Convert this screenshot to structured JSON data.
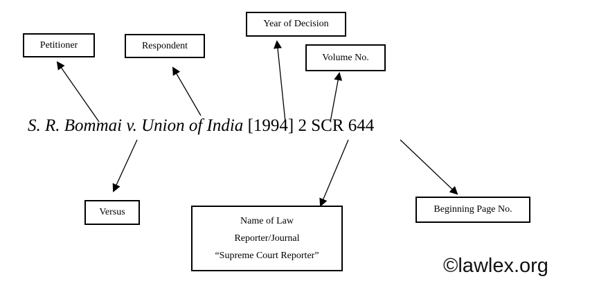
{
  "citation": {
    "parties_italic": "S. R. Bommai v. Union of India",
    "reference": " [1994] 2 SCR 644"
  },
  "labels": {
    "petitioner": "Petitioner",
    "respondent": "Respondent",
    "year_of_decision": "Year of Decision",
    "volume_no": "Volume No.",
    "versus": "Versus",
    "reporter_line1": "Name of Law",
    "reporter_line2": "Reporter/Journal",
    "reporter_line3": "“Supreme Court Reporter”",
    "beginning_page_no": "Beginning Page No."
  },
  "watermark": "©lawlex.org",
  "colors": {
    "ink": "#000000",
    "background": "#ffffff"
  }
}
